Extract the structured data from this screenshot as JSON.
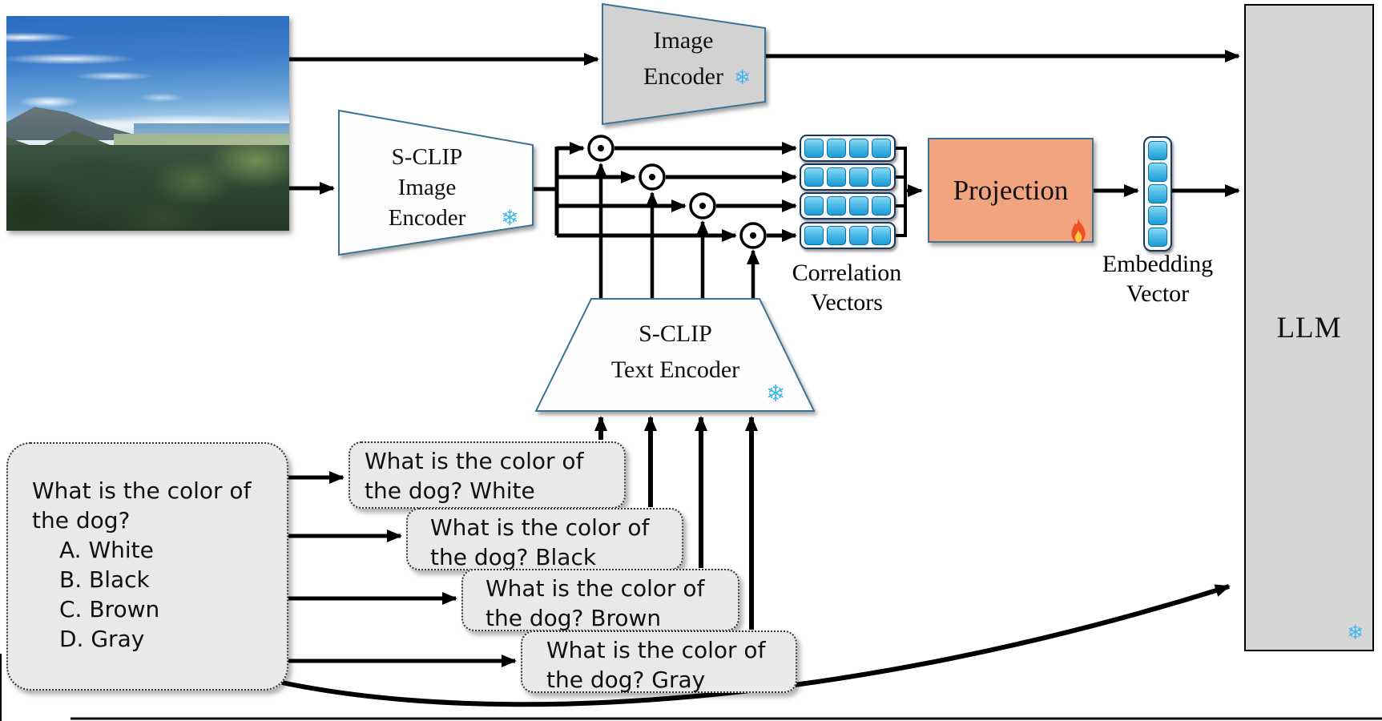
{
  "photo": {
    "description": "aerial landscape photo: forested hills in foreground, valley and ocean horizon, blue sky with clouds"
  },
  "image_encoder": {
    "line1": "Image",
    "line2": "Encoder",
    "status": "frozen"
  },
  "sclip_image_encoder": {
    "line1": "S-CLIP",
    "line2": "Image",
    "line3": "Encoder",
    "status": "frozen"
  },
  "sclip_text_encoder": {
    "line1": "S-CLIP",
    "line2": "Text Encoder",
    "status": "frozen"
  },
  "projection": {
    "label": "Projection",
    "status": "trainable"
  },
  "llm": {
    "label": "LLM",
    "status": "frozen"
  },
  "correlation_vectors": {
    "line1": "Correlation",
    "line2": "Vectors",
    "rows": 4,
    "cells_per_row": 4
  },
  "embedding_vector": {
    "line1": "Embedding",
    "line2": "Vector",
    "cells": 5
  },
  "elementwise_product": {
    "symbol": "⊙",
    "count": 4
  },
  "question_box": {
    "line1": "What is the color of",
    "line2": "the dog?",
    "options": [
      "A. White",
      "B. Black",
      "C. Brown",
      "D. Gray"
    ]
  },
  "prompt_boxes": [
    {
      "line1": "What is the color of",
      "line2": "the dog? White"
    },
    {
      "line1": "What is the color of",
      "line2": "the dog? Black"
    },
    {
      "line1": "What is the color of",
      "line2": "the dog? Brown"
    },
    {
      "line1": "What is the color of",
      "line2": "the dog? Gray"
    }
  ],
  "icons": {
    "snowflake": "❄",
    "product": "⊙",
    "flame": "flame"
  },
  "colors": {
    "trapezoid_border": "#3E7293",
    "encoder_gray": "#D2D2D2",
    "llm_gray": "#D6D6D6",
    "projection_fill": "#F2A47E",
    "cell_blue_top": "#8ADAF4",
    "cell_blue_bottom": "#1B9CD8",
    "cell_border_navy": "#17375E",
    "question_box_gray": "#E9E9E9",
    "snowflake_blue": "#41B8E8",
    "arrow_black": "#000000"
  }
}
